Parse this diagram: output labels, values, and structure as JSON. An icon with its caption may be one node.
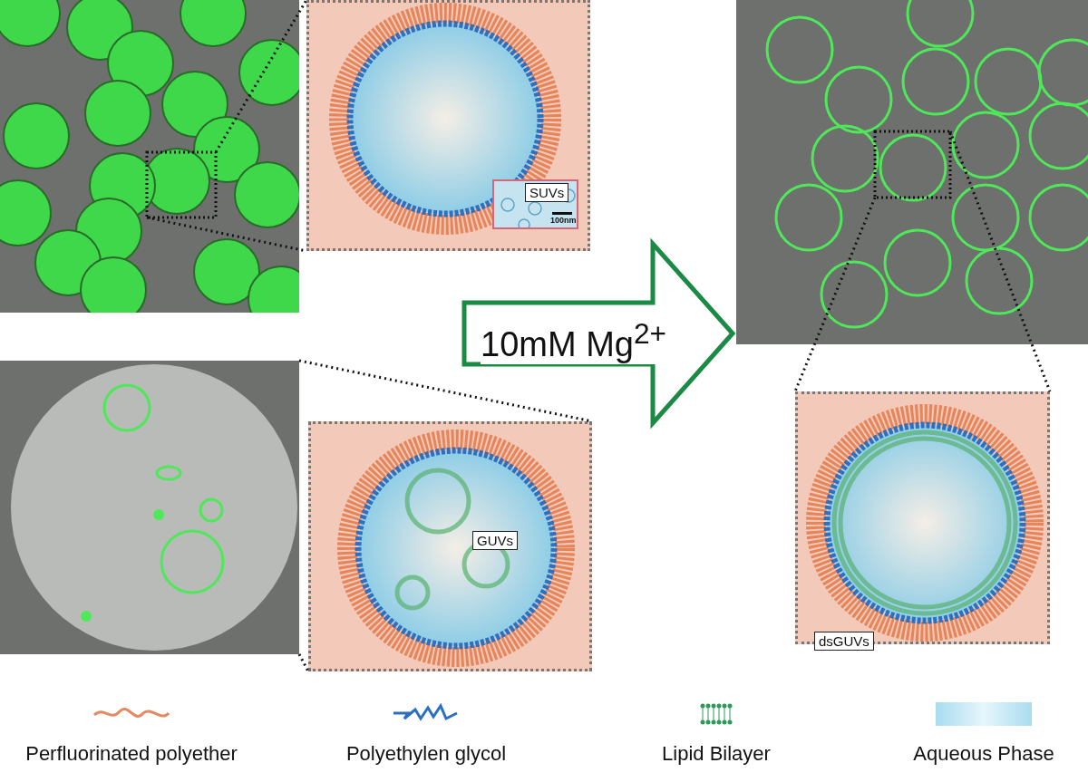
{
  "diagram": {
    "nodes": [
      {
        "text": [],
        "shape": "picture"
      },
      {
        "text": [],
        "shape": "picture"
      },
      {
        "text": [
          "SUVs",
          "100nm"
        ],
        "in": 1
      },
      {
        "text": [],
        "shape": "picture"
      },
      {
        "text": [
          "GUVs"
        ]
      },
      {
        "text": [],
        "shape": "picture"
      },
      {
        "text": [
          "dsGUVs"
        ]
      }
    ],
    "edges": [
      {
        "from": 0,
        "to": 1,
        "arrow": "none",
        "style": "dashed"
      },
      {
        "from": 0,
        "to": 1,
        "arrow": "none",
        "style": "dashed"
      },
      {
        "from": 3,
        "to": 4,
        "arrow": "none",
        "style": "dashed"
      },
      {
        "from": 3,
        "to": 4,
        "arrow": "none",
        "style": "dashed"
      },
      {
        "from": 5,
        "to": 6,
        "arrow": "none",
        "style": "dashed"
      },
      {
        "from": 5,
        "to": 6,
        "arrow": "none",
        "style": "dashed"
      },
      {
        "from": 4,
        "to": 5,
        "arrow": "to",
        "style": "thick",
        "color": "#1a8a45",
        "label": "10mM Mg$^{2+}$"
      }
    ],
    "legend": [
      {
        "text": "Perfluorinated polyether"
      },
      {
        "text": "Polyethylen glycol"
      },
      {
        "text": "Lipid Bilayer"
      },
      {
        "text": "Aqueous Phase",
        "color": "#a9dcf0"
      }
    ]
  }
}
